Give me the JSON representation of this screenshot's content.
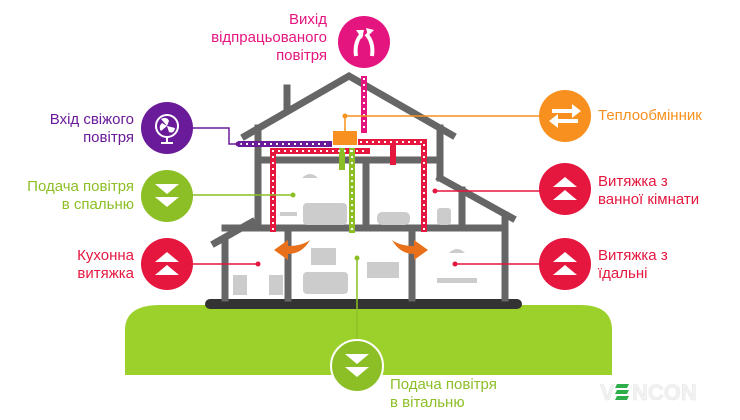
{
  "colors": {
    "exhaust_out": "#e5157f",
    "fresh_in": "#6a1b9a",
    "heat_exchanger": "#f7901e",
    "supply": "#8cbf26",
    "extract": "#e5173f",
    "house": "#666666",
    "ground": "#9bd12a",
    "furniture": "#cccccc"
  },
  "labels": {
    "exhaust_out": [
      "Вихід",
      "відпрацьованого",
      "повітря"
    ],
    "fresh_in": [
      "Вхід свіжого",
      "повітря"
    ],
    "supply_bedroom": [
      "Подача повітря",
      "в спальню"
    ],
    "kitchen_extract": [
      "Кухонна",
      "витяжка"
    ],
    "heat_exchanger": [
      "Теплообмінник"
    ],
    "bathroom_extract": [
      "Витяжка з",
      "ванної кімнати"
    ],
    "dining_extract": [
      "Витяжка з",
      "їдальні"
    ],
    "supply_living": [
      "Подача повітря",
      "в вітальню"
    ]
  },
  "icons": {
    "exhaust_out": "curved-arrows-out-icon",
    "fresh_in": "fan-icon",
    "supply": "double-chevron-down-icon",
    "extract": "double-chevron-up-icon",
    "heat_exchanger": "exchange-arrows-icon"
  },
  "logo": "VENCON"
}
